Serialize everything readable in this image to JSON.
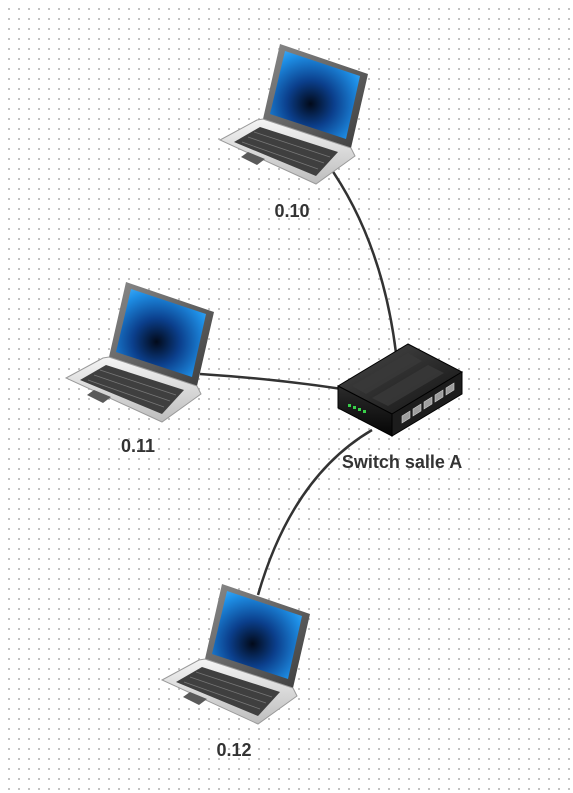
{
  "diagram": {
    "nodes": [
      {
        "id": "laptop_010",
        "kind": "laptop",
        "label": "0.10"
      },
      {
        "id": "laptop_011",
        "kind": "laptop",
        "label": "0.11"
      },
      {
        "id": "laptop_012",
        "kind": "laptop",
        "label": "0.12"
      },
      {
        "id": "switch_a",
        "kind": "switch",
        "label": "Switch salle A"
      }
    ],
    "edges": [
      {
        "from": "laptop_010",
        "to": "switch_a"
      },
      {
        "from": "laptop_011",
        "to": "switch_a"
      },
      {
        "from": "laptop_012",
        "to": "switch_a"
      }
    ],
    "colors": {
      "background": "#ffffff",
      "grid_dot": "#b9b9b9",
      "connection": "#333333",
      "label": "#333333",
      "screen_blue": "#1e8fe6",
      "switch_body": "#1a1a1a",
      "switch_led": "#39d14a"
    },
    "icons": {
      "laptop": "laptop-icon",
      "switch": "network-switch-icon"
    }
  }
}
